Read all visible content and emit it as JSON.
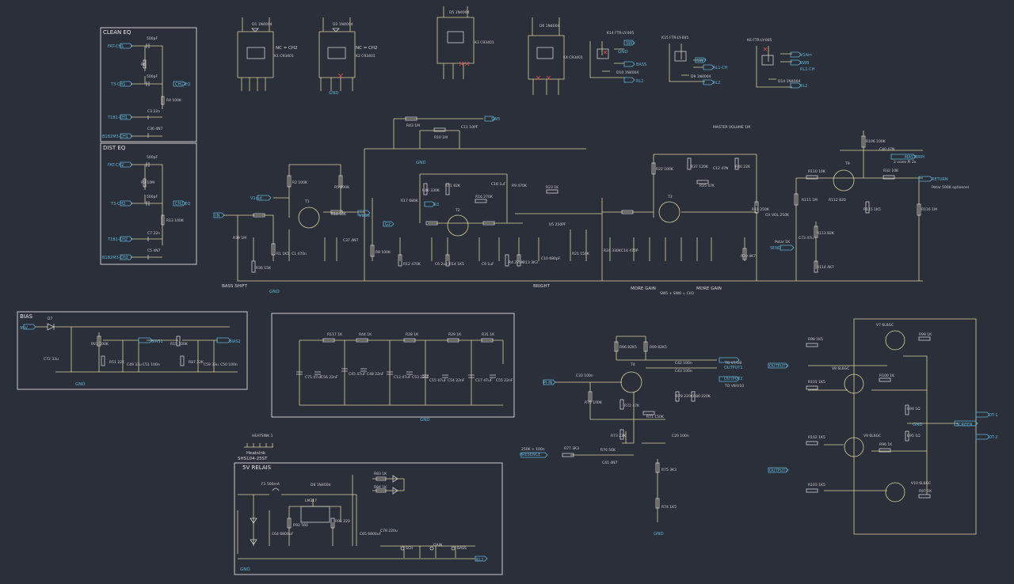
{
  "blocks": {
    "clean_eq": "CLEAN EQ",
    "dist_eq": "DIST EQ",
    "bias": "BIAS",
    "relais": "5V RELAIS"
  },
  "notes": {
    "nc_ch2_a": "NC = CH2",
    "nc_ch2_b": "NC = CH2",
    "bass_shift": "BASS SHIFT",
    "bright": "BRIGHT",
    "more_gain_1": "MORE GAIN",
    "more_gain_2": "MORE GAIN",
    "sw_note": "SW5 + SW6 = CH3",
    "master_volume": "MASTER VOLUME 1M",
    "ch_vol": "CH VOL 250K",
    "potar_1k": "Potar 1K",
    "potar_500k": "Potar 500K optionnel",
    "two_voies": "2 voies PI 2x",
    "to_v7v8": "TO V7/V8",
    "to_v9v10": "TO V9/V10",
    "presence_note": "250K + 100n",
    "heatsink": "Heatsink",
    "heatsink_ref": "SHS104-25ST",
    "heatsink_top": "HEATSINK 1"
  },
  "nets": {
    "fat_ch1": "FAT-CH1",
    "t3_ch1": "T3-CH1",
    "ch1_eq": "CH1-EQ",
    "t1b1_ch1": "T1B1-CH1",
    "b1b2m3_ch1": "B1B2M3-CH1",
    "fat_ch2": "FAT-CH2",
    "t3_ch2": "T3-CH2",
    "ch2_eq": "CH2-EQ",
    "t1b1_ch2": "T1B1-CH2",
    "b1b2m3_ch2": "B1B2M3-CH2",
    "v1out": "V1out",
    "v1bis": "V1Bis",
    "in": "IN",
    "g2": "G2",
    "g3": "G3",
    "sw5": "SW5",
    "sw1": "SW1",
    "gnd": "GND",
    "bass": "BASS",
    "rl2_a": "RL2",
    "sw7": "SW7",
    "rl1_ch": "RL1-CH",
    "rl2_b": "RL2",
    "v1am": "V1Am",
    "sw8": "SW8",
    "rl1_ch_b": "RL1-CH",
    "rl2_c": "RL2",
    "masterpi": "MASTERPI",
    "return": "RETURN",
    "send": "SEND",
    "bias1": "BIAS1",
    "bias2": "BIAS2",
    "v95": "95V",
    "pi_in": "PI-IN",
    "presence": "PRESENCE",
    "output1": "OUTPUT1",
    "output2": "OUTPUT2",
    "output1_b": "OUTPUT1",
    "output2_b": "OUTPUT2",
    "screen": "SCREEN",
    "ot1": "OT-1",
    "ot2": "OT-2",
    "rl2_relais": "RL2",
    "sch": "SCH",
    "gain": "GAIN",
    "bass_sw": "BASS"
  },
  "parts": {
    "d1": "D1 1N4004",
    "d2": "D2 1N4004",
    "d5": "D5 1N4004",
    "d6": "D6 1N4004",
    "k1": "K1 C93401",
    "k2": "K2 C93401",
    "k3": "K3 C93401",
    "k4": "K4 C93401",
    "k14": "K14 FTR-LY-005",
    "k15": "K15 FTR-LY-005",
    "k6": "K6 FTR-LY-005",
    "d10": "D10 1N4004",
    "d9": "D9 1N4004",
    "d14": "D14 1N4004",
    "t1": "T1",
    "t2": "T2",
    "t3": "T3",
    "t4": "T4",
    "t9": "T9",
    "v7": "V7 6L6GC",
    "v8": "V8 6L6GC",
    "v9": "V9 6L6GC",
    "v10": "V10 6L6GC",
    "lm317": "LM317",
    "f1": "F1 500mA",
    "d8": "D8 1N4004",
    "r2": "R2 100K",
    "r5": "R5 100K",
    "r18": "R18 10K",
    "r20": "R20 1K5",
    "r36": "R36 15K",
    "r39": "R39 1M",
    "r1": "R1 1K5",
    "c1": "C1 470n",
    "c37": "C37 4N7",
    "r8": "R8 100K",
    "r43": "R43 1M",
    "r10": "R10 1M",
    "c11": "C11 10PF",
    "r17": "R17 680K",
    "r46": "R46 330K",
    "r11": "R11 82K",
    "r16": "R16 270K",
    "r9": "R9 470K",
    "c18": "C18 1uF",
    "r23": "R23 1K",
    "r12": "R12 470K",
    "c6": "C6 2u2",
    "r14": "R14 1K5",
    "c9": "C9 1uF",
    "r4": "R4 220K",
    "r13": "R13 3K3",
    "c10": "C10 680pF",
    "u5": "U5 250PF",
    "r21": "R21 150K",
    "r24": "R24 330K",
    "c14": "C14 470P",
    "r22": "R22 100K",
    "r37": "R37 120K",
    "c12": "C12 47N",
    "r25": "R25 47K",
    "r40": "R40 22K",
    "r31": "R31 250K",
    "r30": "R30 4K7",
    "r110": "R110 10K",
    "r111": "R111 1M",
    "r112": "R112 820",
    "r115": "R115 1K5",
    "r116": "R116 1M",
    "r106": "R106 100K",
    "c40": "C40 47N",
    "r32": "R32 10K",
    "r113": "R113 82K",
    "r114": "R114 4K7",
    "c73": "C73 47u",
    "r66": "R66 82K5",
    "r69": "R69 82K5",
    "c42": "C42 100n",
    "c43": "C43 100n",
    "c33": "C33 100n",
    "r70": "R70 100K",
    "r72": "R72 47K",
    "r71": "R71 150K",
    "r78": "R78 220K",
    "r80": "R80 220K",
    "r73": "R73 22K",
    "r76": "R76 56K",
    "c41": "C41 4N7",
    "r77": "R77 3K3",
    "r75": "R75 3K3",
    "c20": "C20 100n",
    "r74": "R74 1K5",
    "r98": "R98 1K5",
    "r101": "R101 1K5",
    "r99": "R99 1K",
    "r100": "R100 1K",
    "r94": "R94 1Ω",
    "r95": "R95 1Ω",
    "r96": "R96 1K",
    "r97": "R97 1K",
    "r102": "R102 1K5",
    "r103": "R103 1K5",
    "r117": "R117 1K",
    "r44": "R44 1K",
    "r28": "R28 1K",
    "r29": "R29 1K",
    "r83": "R83 1K",
    "r84": "R84 1K",
    "c64": "C64 6800uF",
    "c65": "C65 6800uF",
    "c78": "C78 220u",
    "r91": "R91 220",
    "r92": "R92 560"
  }
}
